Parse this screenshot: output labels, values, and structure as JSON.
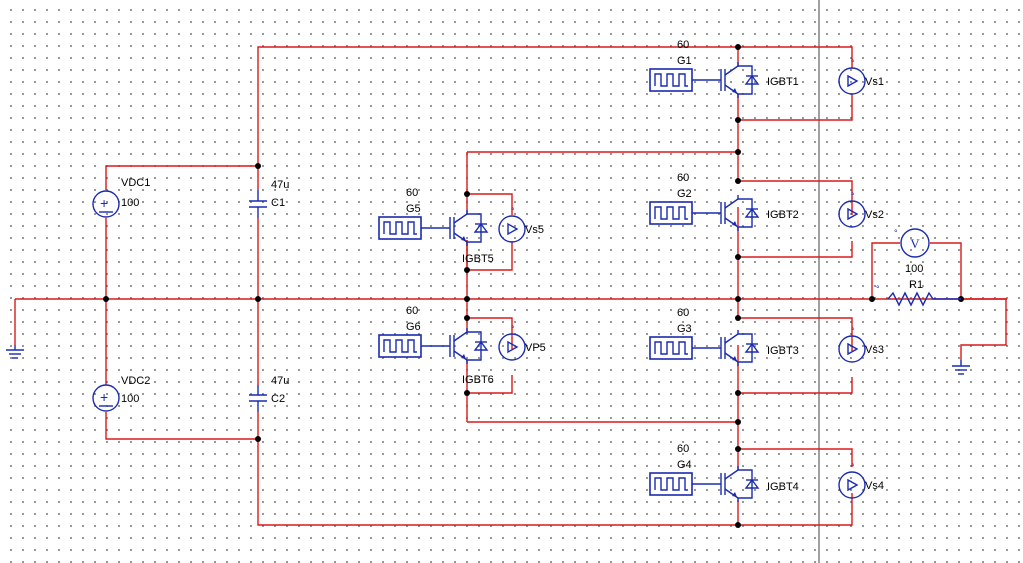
{
  "colors": {
    "wire": "#d91a1a",
    "component": "#1a2bb0",
    "grid_dot": "#7a7a7a",
    "background": "#ffffff"
  },
  "sources": [
    {
      "name": "VDC1",
      "value": "100"
    },
    {
      "name": "VDC2",
      "value": "100"
    }
  ],
  "capacitors": [
    {
      "name": "C1",
      "value": "47u"
    },
    {
      "name": "C2",
      "value": "47u"
    }
  ],
  "gates": [
    {
      "name": "G1",
      "value": "60"
    },
    {
      "name": "G2",
      "value": "60"
    },
    {
      "name": "G3",
      "value": "60"
    },
    {
      "name": "G4",
      "value": "60"
    },
    {
      "name": "G5",
      "value": "60"
    },
    {
      "name": "G6",
      "value": "60"
    }
  ],
  "igbts": [
    "IGBT1",
    "IGBT2",
    "IGBT3",
    "IGBT4",
    "IGBT5",
    "IGBT6"
  ],
  "probes": [
    "Vs1",
    "Vs2",
    "Vs3",
    "Vs4",
    "Vs5",
    "VP5"
  ],
  "load": {
    "resistor": "R1",
    "value": "100",
    "voltmeter_symbol": "V"
  }
}
